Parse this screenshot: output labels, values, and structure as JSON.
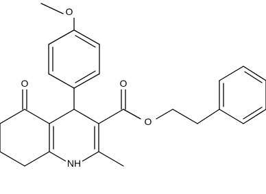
{
  "molecule": {
    "atoms": {
      "o_methoxy": "O",
      "o_ketone": "O",
      "o_carbonyl": "O",
      "o_ester": "O",
      "nh": "NH"
    },
    "colors": {
      "bond": "#000000",
      "label": "#000000",
      "background": "#ffffff"
    }
  }
}
